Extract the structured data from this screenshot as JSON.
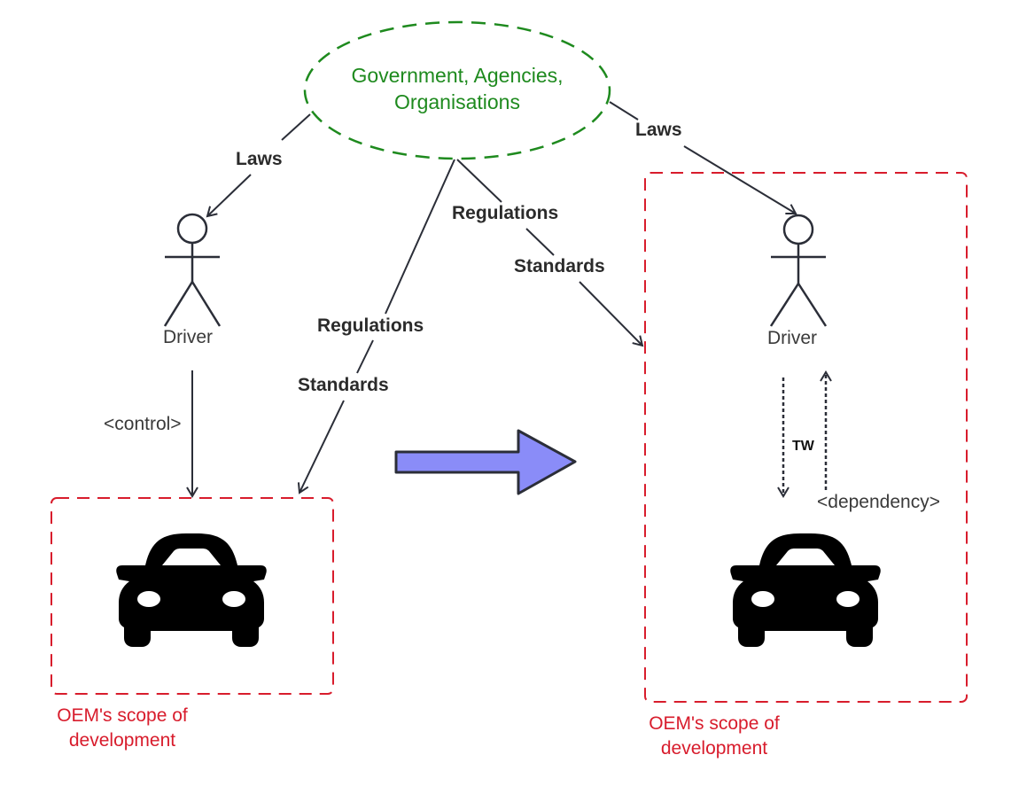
{
  "colors": {
    "stakeholder": "#1e8a1e",
    "scope_boundary": "#d81c2c",
    "line": "#2b2e38",
    "transition_arrow_fill": "#8a8cf8"
  },
  "stakeholder": {
    "label_line1": "Government, Agencies,",
    "label_line2": "Organisations"
  },
  "left": {
    "actor_label": "Driver",
    "laws_label": "Laws",
    "regulations_label": "Regulations",
    "standards_label": "Standards",
    "control_label": "<control>",
    "scope_line1": "OEM's scope of",
    "scope_line2": "development",
    "vehicle_icon": "car-icon"
  },
  "right": {
    "actor_label": "Driver",
    "laws_label": "Laws",
    "regulations_label": "Regulations",
    "standards_label": "Standards",
    "tw_label": "TW",
    "dependency_label": "<dependency>",
    "scope_line1": "OEM's scope of",
    "scope_line2": "development",
    "vehicle_icon": "car-icon"
  },
  "transition_icon": "right-arrow-icon"
}
